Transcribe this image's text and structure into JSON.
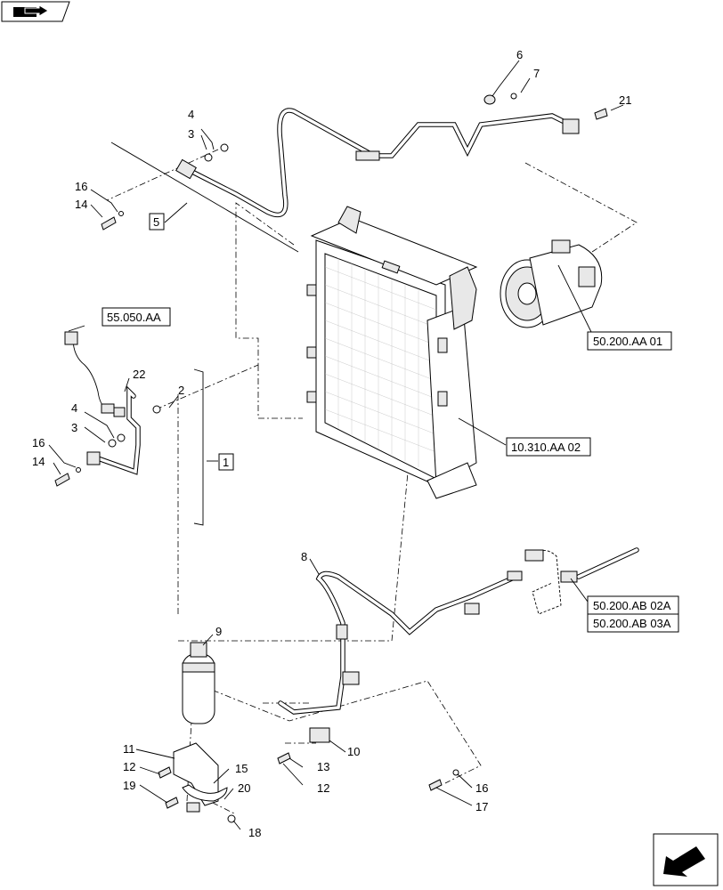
{
  "callouts": [
    {
      "id": "c1",
      "label": "1"
    },
    {
      "id": "c2",
      "label": "2"
    },
    {
      "id": "c3a",
      "label": "3"
    },
    {
      "id": "c3b",
      "label": "3"
    },
    {
      "id": "c4a",
      "label": "4"
    },
    {
      "id": "c4b",
      "label": "4"
    },
    {
      "id": "c5",
      "label": "5"
    },
    {
      "id": "c6",
      "label": "6"
    },
    {
      "id": "c7",
      "label": "7"
    },
    {
      "id": "c8",
      "label": "8"
    },
    {
      "id": "c9",
      "label": "9"
    },
    {
      "id": "c10",
      "label": "10"
    },
    {
      "id": "c11",
      "label": "11"
    },
    {
      "id": "c12a",
      "label": "12"
    },
    {
      "id": "c12b",
      "label": "12"
    },
    {
      "id": "c13",
      "label": "13"
    },
    {
      "id": "c14a",
      "label": "14"
    },
    {
      "id": "c14b",
      "label": "14"
    },
    {
      "id": "c15",
      "label": "15"
    },
    {
      "id": "c16a",
      "label": "16"
    },
    {
      "id": "c16b",
      "label": "16"
    },
    {
      "id": "c16c",
      "label": "16"
    },
    {
      "id": "c17",
      "label": "17"
    },
    {
      "id": "c18",
      "label": "18"
    },
    {
      "id": "c19",
      "label": "19"
    },
    {
      "id": "c20",
      "label": "20"
    },
    {
      "id": "c21",
      "label": "21"
    },
    {
      "id": "c22",
      "label": "22"
    }
  ],
  "references": {
    "r_55050": "55.050.AA",
    "r_50200_01": "50.200.AA 01",
    "r_10310": "10.310.AA 02",
    "r_50200_02a": "50.200.AB 02A",
    "r_50200_03a": "50.200.AB 03A"
  },
  "nav": {
    "top_icon": "book-with-arrow-icon",
    "bottom_icon": "next-page-arrow-icon"
  }
}
